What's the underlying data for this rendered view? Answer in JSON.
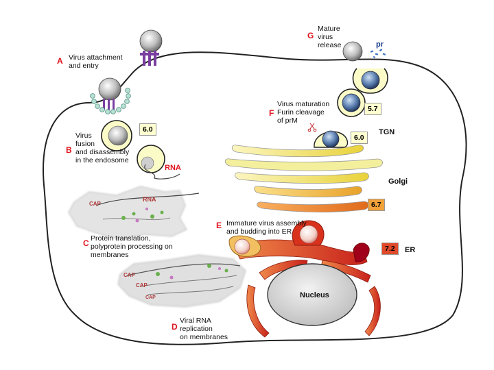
{
  "steps": {
    "A": {
      "letter": "A",
      "text": "Virus attachment\nand entry"
    },
    "B": {
      "letter": "B",
      "text": "Virus\nfusion\nand disassembly\nin the endosome"
    },
    "C": {
      "letter": "C",
      "text": "Protein translation,\npolyprotein processing on\nmembranes"
    },
    "D": {
      "letter": "D",
      "text": "Viral RNA\nreplication\non membranes"
    },
    "E": {
      "letter": "E",
      "text": "Immature virus assembly\nand budding into ER"
    },
    "F": {
      "letter": "F",
      "text": "Virus maturation\nFurin cleavage\nof prM"
    },
    "G": {
      "letter": "G",
      "text": "Mature\nvirus\nrelease"
    }
  },
  "labels": {
    "rna_endosome": "RNA",
    "rna_membrane": "RNA",
    "cap_1": "CAP",
    "cap_2": "CAP",
    "cap_3": "CAP",
    "cap_4": "CAP",
    "pr": "pr",
    "tgn": "TGN",
    "golgi": "Golgi",
    "er": "ER",
    "nucleus": "Nucleus"
  },
  "ph": {
    "endosome": "6.0",
    "tgn": "6.0",
    "vesicle": "5.7",
    "golgi": "6.7",
    "er": "7.2"
  },
  "colors": {
    "letter": "#e0141e",
    "endosome_fill": "#fbfbc8",
    "golgi_light": "#f6f2a0",
    "golgi_orange": "#f08a2a",
    "er_red": "#d8311c",
    "er_dark": "#a0001a",
    "receptor": "#7a3fa0",
    "ph_blue": "#ffffe0",
    "ph_orange": "#f2a23a",
    "ph_red": "#e04a2a"
  }
}
